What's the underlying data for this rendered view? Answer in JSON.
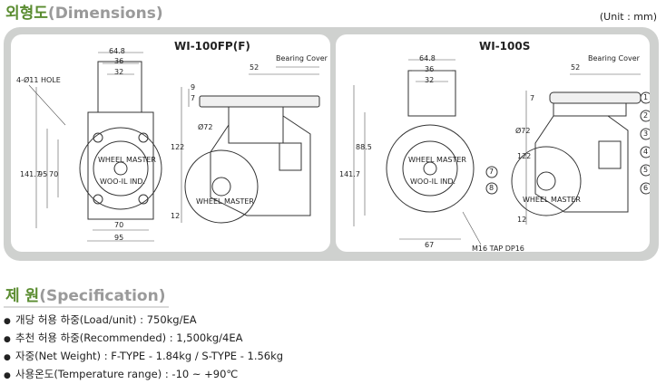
{
  "dimensions_title": {
    "ko": "외형도",
    "en": "(Dimensions)"
  },
  "unit": "(Unit : mm)",
  "drawings": [
    {
      "model": "WI-100FP(F)",
      "labels": {
        "w1": "64.8",
        "w2": "36",
        "w3": "32",
        "len": "52",
        "bearing": "Bearing Cover",
        "hole": "4-Ø11 HOLE",
        "h1": "9",
        "h2": "7",
        "dia": "Ø72",
        "h3": "122",
        "h4": "12",
        "tot": "141.7",
        "h5": "95",
        "h6": "70",
        "b1": "70",
        "b2": "95",
        "wheel1": "WHEEL MASTER",
        "wheel2": "WOO-IL IND."
      }
    },
    {
      "model": "WI-100S",
      "labels": {
        "w1": "64.8",
        "w2": "36",
        "w3": "32",
        "len": "52",
        "bearing": "Bearing Cover",
        "h1": "7",
        "dia": "Ø72",
        "h3": "122",
        "h4": "12",
        "tot": "141.7",
        "h5": "88.5",
        "b1": "67",
        "tap": "M16 TAP DP16",
        "wheel1": "WHEEL MASTER",
        "wheel2": "WOO-IL IND.",
        "callouts": [
          "1",
          "2",
          "3",
          "4",
          "5",
          "6",
          "7",
          "8"
        ]
      }
    }
  ],
  "spec_title": {
    "ko": "제 원",
    "en": "(Specification)"
  },
  "spec_items": [
    "개당 허용 하중(Load/unit) : 750kg/EA",
    "추천 허용 하중(Recommended) : 1,500kg/4EA",
    "자중(Net Weight) : F-TYPE - 1.84kg / S-TYPE - 1.56kg",
    "사용온도(Temperature range) : -10 ~ +90℃"
  ],
  "bullet": "●"
}
